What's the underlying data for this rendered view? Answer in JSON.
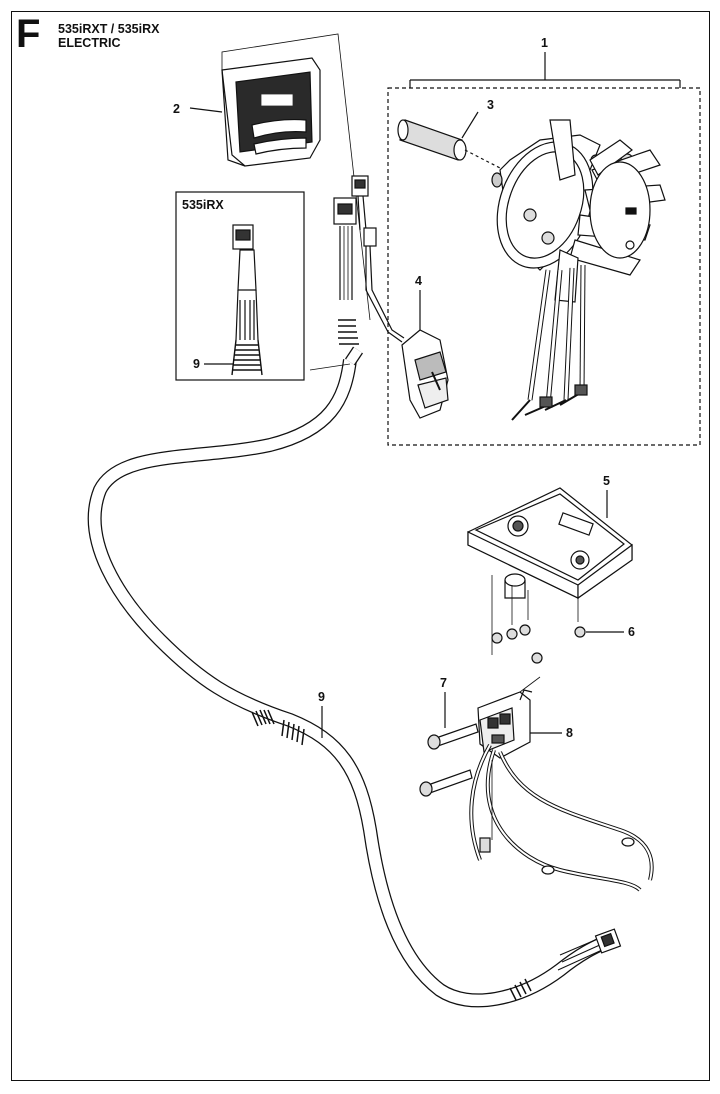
{
  "header": {
    "section_letter": "F",
    "model_line": "535iRXT / 535iRX",
    "title_line": "ELECTRIC"
  },
  "inset": {
    "title": "535iRX"
  },
  "callouts": {
    "c1": "1",
    "c2": "2",
    "c3": "3",
    "c4": "4",
    "c5": "5",
    "c6": "6",
    "c7": "7",
    "c8": "8",
    "c9_inset": "9",
    "c9_main": "9"
  },
  "colors": {
    "line": "#111111",
    "fill": "#ffffff",
    "shade": "#bdbdbd",
    "dark": "#3a3a3a"
  }
}
